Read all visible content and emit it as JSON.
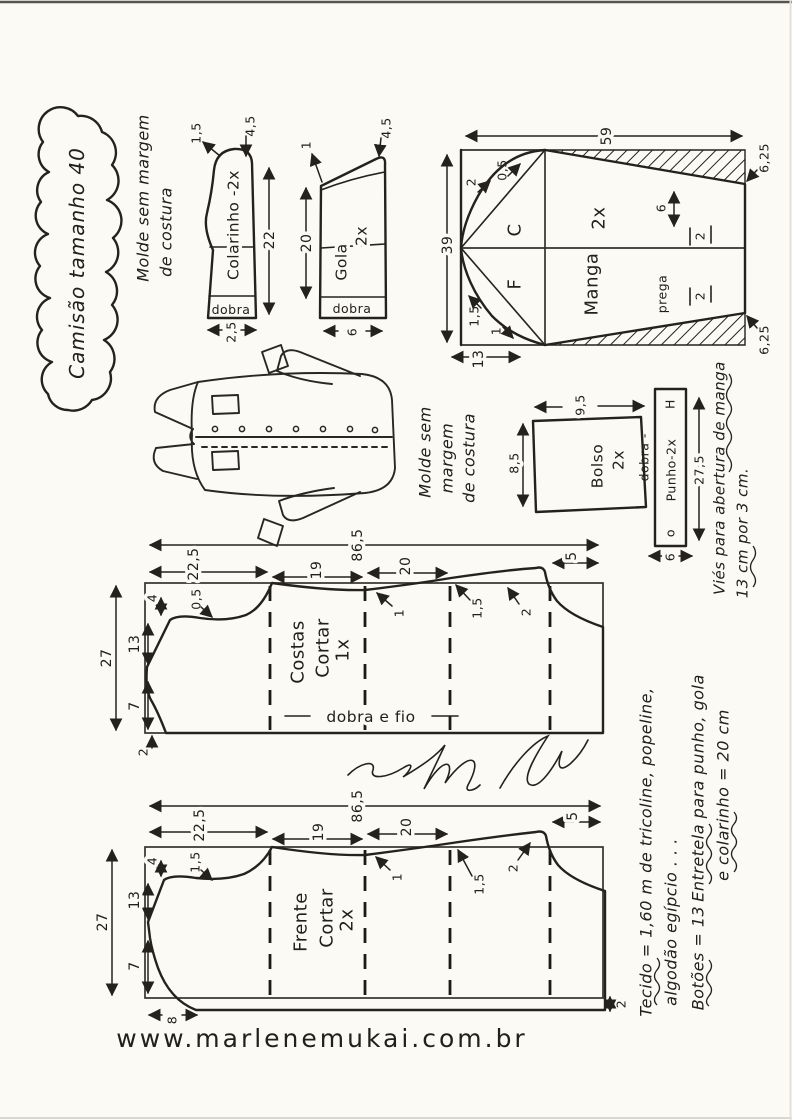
{
  "title": {
    "cloud": "Camisão tamanho 40"
  },
  "site_url": "www.marlenemukai.com.br",
  "notes": {
    "molde_top": {
      "l1": "Molde sem margem",
      "l2": "de costura"
    },
    "molde_mid": {
      "l1": "Molde sem",
      "l2": "margem",
      "l3": "de costura"
    },
    "vies": {
      "l1": "Viés para abertura de manga",
      "l2": "13 cm por 3 cm."
    },
    "fabric": {
      "l1": "Tecido = 1,60 m de tricoline, popeline,",
      "l2": "algodão egípcio . . .",
      "l3a": "Botões = 13",
      "l3b": "Entretela para punho, gola",
      "l4": "e colarinho = 20 cm"
    }
  },
  "colarinho": {
    "label": "Colarinho -2x",
    "fold": "dobra",
    "m_tip": "1,5",
    "m_top": "4,5",
    "m_len": "22",
    "m_width": "2,5"
  },
  "gola": {
    "label": "Gola",
    "qty": "2x",
    "fold": "dobra",
    "m_tip": "1",
    "m_top": "4,5",
    "m_len": "20",
    "m_width": "6"
  },
  "manga": {
    "label": "Manga",
    "qty": "2x",
    "back": "C",
    "front": "F",
    "pleat_label": "prega",
    "pleat_top": "2",
    "pleat_bottom": "2",
    "m_width": "59",
    "m_height": "39",
    "m_hem_r_top": "6,25",
    "m_hem_r_bottom": "6,25",
    "m_cap_back_1": "2",
    "m_cap_back_2": "0,5",
    "m_cap_front_1": "1,5",
    "m_cap_front_2": "1",
    "m_bottom_left": "13",
    "m_vent": "6"
  },
  "bolso": {
    "label": "Bolso",
    "qty": "2x",
    "m_width": "9,5",
    "m_height": "8,5"
  },
  "punho": {
    "label": "Punho-2x",
    "fold": "- dobra -",
    "m_len": "27,5",
    "m_width": "6",
    "mark_buttonhole": "H",
    "mark_button": "o"
  },
  "costas": {
    "label": "Costas",
    "cut": "Cortar",
    "qty": "1x",
    "fold": "dobra  e  fio",
    "m_total": "86,5",
    "m_seg1": "22,5",
    "m_seg2": "19",
    "m_seg3": "20",
    "m_seg4": "5",
    "m_height": "27",
    "m_neck_drop": "4",
    "m_shoulder": "13",
    "m_neck": "7",
    "m_ext": "2",
    "m_c_shoulder": "0,5",
    "m_c1": "1",
    "m_c2": "1,5",
    "m_c3": "2"
  },
  "frente": {
    "label": "Frente",
    "cut": "Cortar",
    "qty": "2x",
    "m_total": "86,5",
    "m_seg1": "22,5",
    "m_seg2": "19",
    "m_seg3": "20",
    "m_seg4": "5",
    "m_height": "27",
    "m_neck_drop": "4",
    "m_shoulder": "13",
    "m_neck": "7",
    "m_neck_curve": "8",
    "m_c_shoulder": "1,5",
    "m_c1": "1",
    "m_c2": "1,5",
    "m_c3": "2",
    "m_hem_step": "2"
  }
}
